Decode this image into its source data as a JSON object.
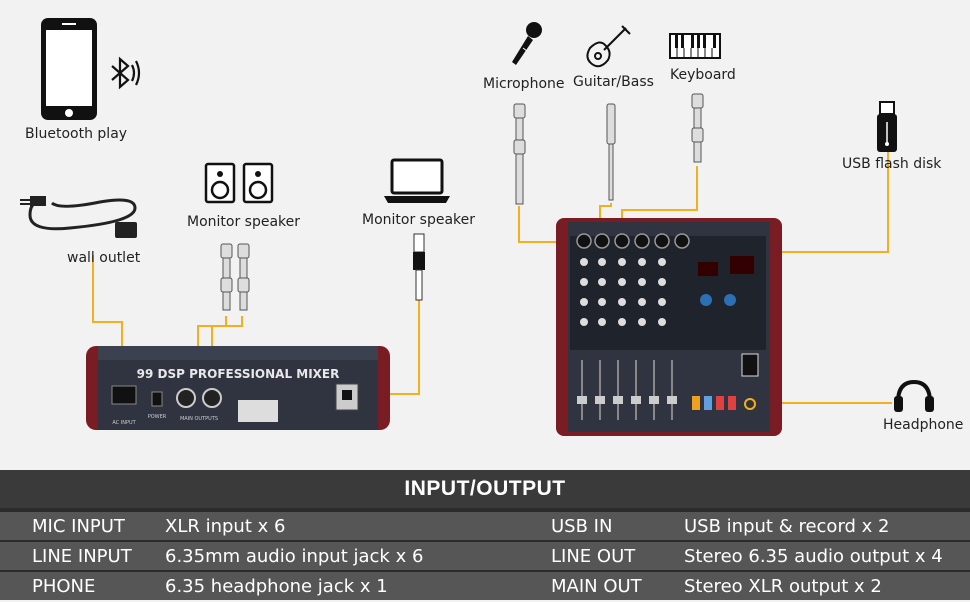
{
  "labels": {
    "bluetooth": "Bluetooth play",
    "wall_outlet": "wall outlet",
    "monitor_speaker_left": "Monitor speaker",
    "monitor_speaker_laptop": "Monitor speaker",
    "microphone": "Microphone",
    "guitar_bass": "Guitar/Bass",
    "keyboard": "Keyboard",
    "usb_flash": "USB flash disk",
    "headphone": "Headphone"
  },
  "mixer_back": {
    "title": "99 DSP PROFESSIONAL MIXER",
    "ac_input": "AC INPUT",
    "power": "POWER",
    "main_outputs": "MAIN OUTPUTS"
  },
  "spec": {
    "header": "INPUT/OUTPUT",
    "rows": [
      {
        "k1": "MIC INPUT",
        "v1": "XLR input x 6",
        "k2": "USB IN",
        "v2": "USB input & record x 2"
      },
      {
        "k1": "LINE INPUT",
        "v1": "6.35mm audio input jack x 6",
        "k2": "LINE OUT",
        "v2": "Stereo 6.35 audio output x 4"
      },
      {
        "k1": "PHONE",
        "v1": "6.35 headphone jack x 1",
        "k2": "MAIN OUT",
        "v2": "Stereo XLR output x 2"
      }
    ]
  },
  "colors": {
    "line": "#f0b020",
    "panel": "#7a1c24",
    "dark": "#2b2b2b"
  }
}
